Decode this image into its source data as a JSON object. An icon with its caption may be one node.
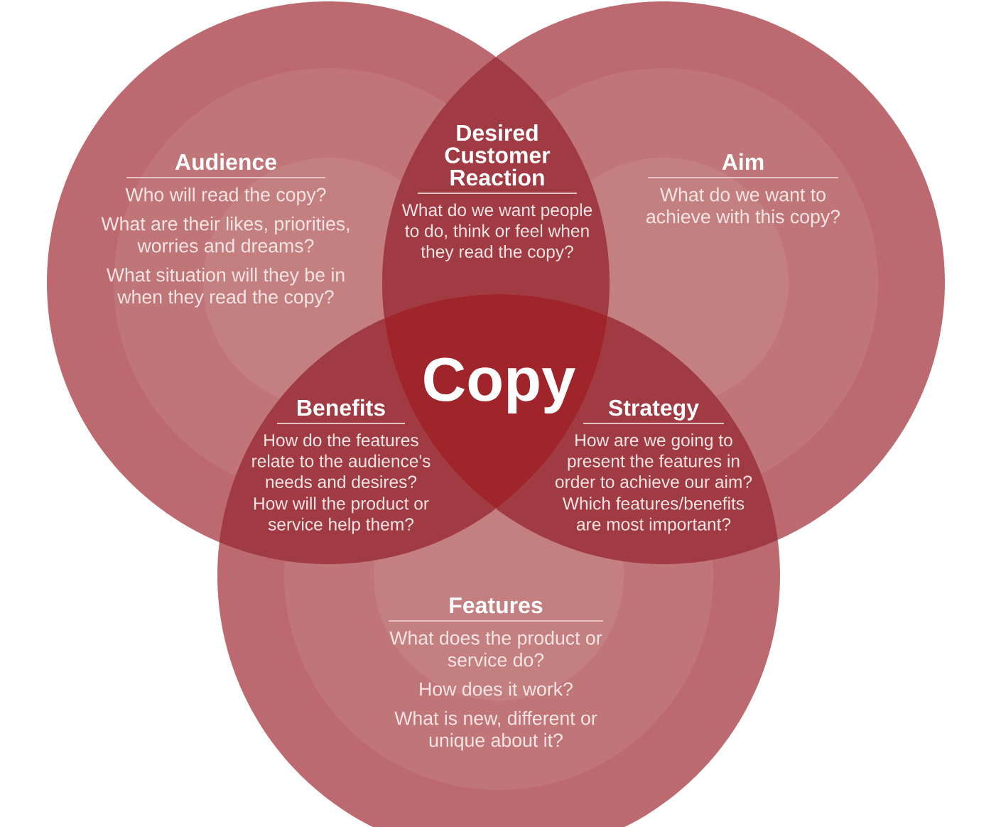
{
  "diagram": {
    "nodes": [
      {
        "text": [
          "Audience",
          "Who will read the copy?",
          "What are their likes, priorities, worries and dreams?",
          "What situation will they be in when they read the copy?"
        ]
      },
      {
        "text": [
          "Desired Customer Reaction",
          "What do we want people to do, think or feel when they read the copy?"
        ]
      },
      {
        "text": [
          "Aim",
          "What do we want to achieve with this copy?"
        ]
      },
      {
        "text": [
          "Copy"
        ]
      },
      {
        "text": [
          "Benefits",
          "How do the features relate to the audience's needs and desires?",
          "How will the product or service help them?"
        ]
      },
      {
        "text": [
          "Strategy",
          "How are we going to present the features in order to achieve our aim?",
          "Which features/benefits are most important?"
        ]
      },
      {
        "text": [
          "Features",
          "What does the product or service do?",
          "How does it work?",
          "What is new, different or unique about it?"
        ]
      }
    ]
  }
}
